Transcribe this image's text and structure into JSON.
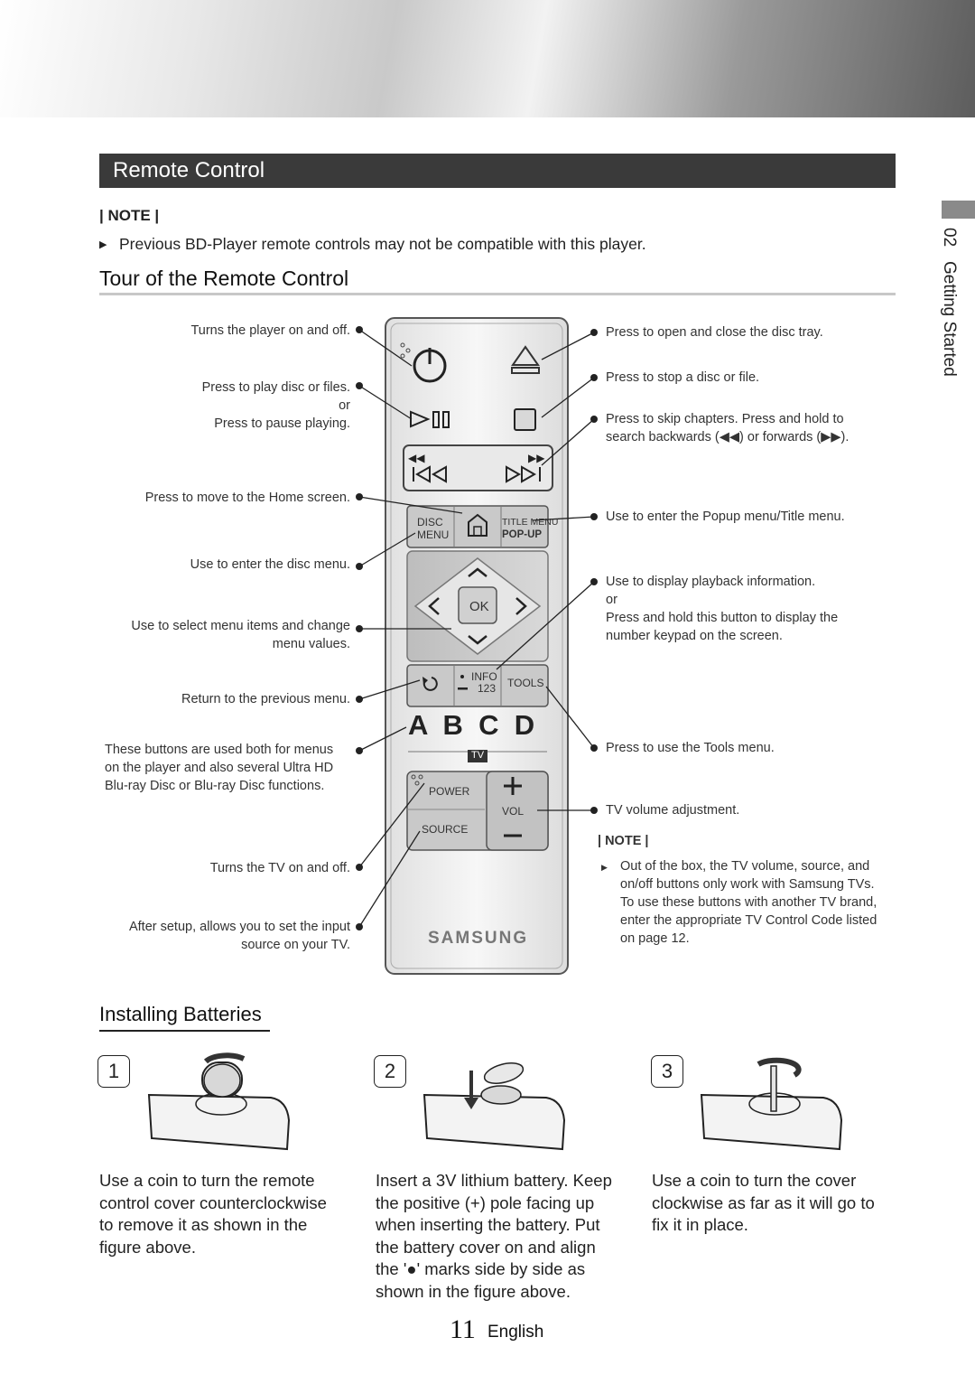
{
  "section_title": "Remote Control",
  "side_tab": {
    "chapter": "02",
    "title": "Getting Started"
  },
  "note": {
    "label": "| NOTE |",
    "text": "Previous BD-Player remote controls may not be compatible with this player."
  },
  "tour_heading": "Tour of the Remote Control",
  "left_captions": {
    "power": "Turns the player on and off.",
    "play_1": "Press to play disc or files.",
    "play_or": "or",
    "play_2": "Press to pause playing.",
    "home": "Press to move to the Home screen.",
    "disc_menu": "Use to enter the disc menu.",
    "select_1": "Use to select menu items and change",
    "select_2": "menu values.",
    "return": "Return to the previous menu.",
    "abcd_1": "These buttons are used both for menus",
    "abcd_2": "on the player and also several Ultra HD",
    "abcd_3": "Blu-ray Disc or Blu-ray Disc functions.",
    "tv_power": "Turns the TV on and off.",
    "source_1": "After setup, allows you to set the input",
    "source_2": "source on your TV."
  },
  "right_captions": {
    "eject": "Press to open and close the disc tray.",
    "stop": "Press to stop a disc or file.",
    "skip_1": "Press to skip chapters. Press and hold to",
    "skip_2": "search backwards (◀◀) or forwards (▶▶).",
    "popup": "Use to enter the Popup menu/Title menu.",
    "info_1": "Use to display playback information.",
    "info_or": "or",
    "info_2": "Press and hold this button to display the",
    "info_3": "number keypad on the screen.",
    "tools": "Press to use the Tools menu.",
    "vol": "TV volume adjustment.",
    "note_label": "| NOTE |",
    "note_1": "Out of the box, the TV volume, source, and",
    "note_2": "on/off buttons only work with Samsung TVs.",
    "note_3": "To use these buttons with another TV brand,",
    "note_4": "enter the appropriate TV Control Code listed",
    "note_5": "on page 12."
  },
  "remote": {
    "disc_1": "DISC",
    "disc_2": "MENU",
    "title_1": "TITLE MENU",
    "title_2": "POP-UP",
    "ok": "OK",
    "info_1": "INFO",
    "info_2": "123",
    "tools": "TOOLS",
    "abcd": "A  B  C  D",
    "tv": "TV",
    "power": "POWER",
    "vol": "VOL",
    "source": "SOURCE",
    "brand": "SAMSUNG"
  },
  "batteries_heading": "Installing Batteries",
  "steps": [
    {
      "num": "1",
      "lines": [
        "Use a coin to turn the remote",
        "control cover counterclockwise",
        "to remove it as shown in the",
        "figure above."
      ]
    },
    {
      "num": "2",
      "lines": [
        "Insert a 3V lithium battery. Keep",
        "the positive (+) pole facing up",
        "when inserting the battery. Put",
        "the battery cover on and align",
        "the '●' marks side by side as",
        "shown in the figure above."
      ]
    },
    {
      "num": "3",
      "lines": [
        "Use a coin to turn the cover",
        "clockwise as far as it will go to",
        "fix it in place."
      ]
    }
  ],
  "footer": {
    "page": "11",
    "language": "English"
  }
}
